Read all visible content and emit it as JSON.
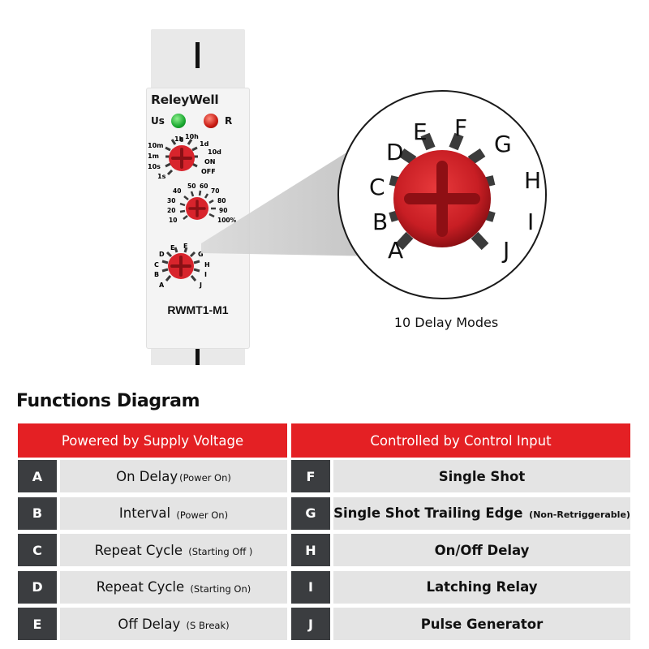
{
  "device": {
    "brand": "ReleyWell",
    "led_us_label": "Us",
    "led_r_label": "R",
    "model": "RWMT1-M1",
    "range_dial_labels": [
      "1h",
      "10h",
      "1d",
      "10m",
      "10d",
      "1m",
      "ON",
      "10s",
      "OFF",
      "1s"
    ],
    "percent_dial_labels": [
      "40",
      "50",
      "60",
      "70",
      "30",
      "80",
      "20",
      "90",
      "10",
      "100%"
    ],
    "mode_dial_labels": [
      "E",
      "F",
      "D",
      "G",
      "C",
      "H",
      "B",
      "I",
      "A",
      "J"
    ]
  },
  "callout": {
    "mode_letters": [
      "A",
      "B",
      "C",
      "D",
      "E",
      "F",
      "G",
      "H",
      "I",
      "J"
    ],
    "caption": "10 Delay Modes"
  },
  "functions": {
    "title": "Functions Diagram",
    "left_header": "Powered by Supply Voltage",
    "right_header": "Controlled by Control Input",
    "left_rows": [
      {
        "code": "A",
        "main": "On Delay",
        "sub": "(Power On)"
      },
      {
        "code": "B",
        "main": "Interval ",
        "sub": "(Power On)"
      },
      {
        "code": "C",
        "main": "Repeat Cycle ",
        "sub": "(Starting Off )"
      },
      {
        "code": "D",
        "main": "Repeat Cycle ",
        "sub": "(Starting On)"
      },
      {
        "code": "E",
        "main": "Off Delay ",
        "sub": "(S Break)"
      }
    ],
    "right_rows": [
      {
        "code": "F",
        "main": "Single Shot",
        "sub": ""
      },
      {
        "code": "G",
        "main": "Single Shot Trailing Edge ",
        "sub": "(Non-Retriggerable)"
      },
      {
        "code": "H",
        "main": "On/Off Delay",
        "sub": ""
      },
      {
        "code": "I",
        "main": "Latching Relay",
        "sub": ""
      },
      {
        "code": "J",
        "main": "Pulse Generator",
        "sub": ""
      }
    ]
  },
  "colors": {
    "accent_red": "#e42024",
    "code_cell": "#3b3d40",
    "row_bg": "#e4e4e4",
    "knob_red": "#d8242c"
  }
}
